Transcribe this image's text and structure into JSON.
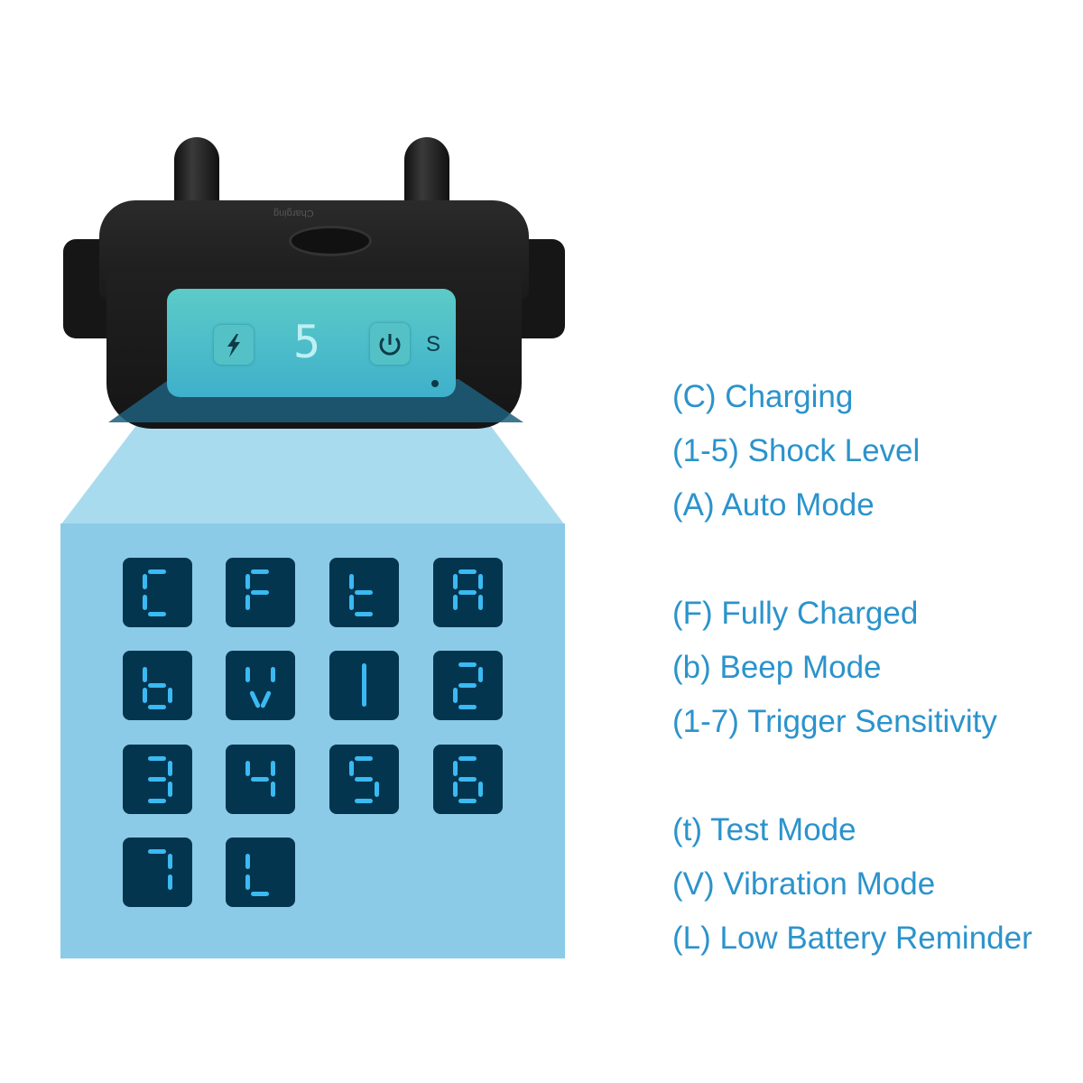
{
  "device": {
    "engraved_label": "Charging",
    "display_digit": "5",
    "display_side_letter": "S",
    "icons": [
      "lightning-icon",
      "power-icon"
    ]
  },
  "codes": [
    "C",
    "F",
    "t",
    "A",
    "b",
    "V",
    "1",
    "2",
    "3",
    "4",
    "5",
    "6",
    "7",
    "L"
  ],
  "legend": [
    "(C) Charging",
    "(1-5) Shock Level",
    "(A) Auto Mode",
    "(F) Fully Charged",
    "(b) Beep Mode",
    "(1-7) Trigger Sensitivity",
    "(t) Test Mode",
    "(V) Vibration Mode",
    "(L) Low Battery Reminder"
  ],
  "colors": {
    "text": "#2b93cc",
    "panel": "#8ccbe7",
    "tile": "#04354f",
    "segment": "#3bb9f2",
    "screen": "#4fc3c9"
  }
}
